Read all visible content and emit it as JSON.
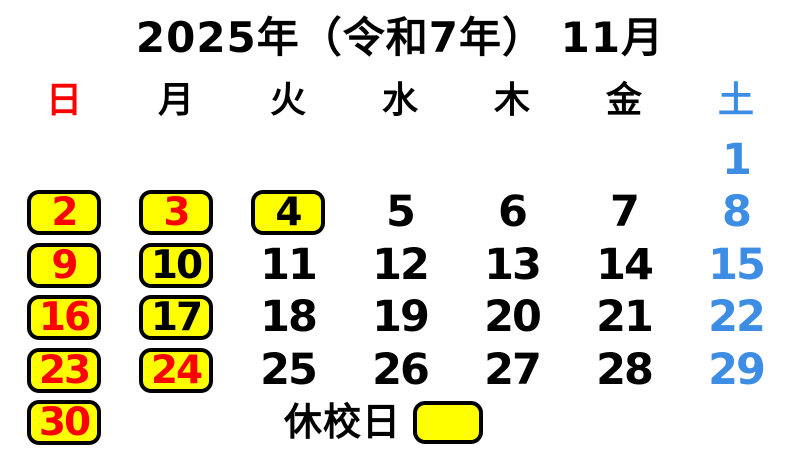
{
  "title": "2025年（令和7年） 11月",
  "colors": {
    "black": "#000000",
    "red": "#ff0000",
    "blue": "#3d8de4",
    "holiday_yellow": "#ffff00",
    "background": "#ffffff"
  },
  "calendar": {
    "weekday_headers": [
      {
        "label": "日",
        "color": "red"
      },
      {
        "label": "月",
        "color": "black"
      },
      {
        "label": "火",
        "color": "black"
      },
      {
        "label": "水",
        "color": "black"
      },
      {
        "label": "木",
        "color": "black"
      },
      {
        "label": "金",
        "color": "black"
      },
      {
        "label": "土",
        "color": "blue"
      }
    ],
    "weeks": [
      [
        null,
        null,
        null,
        null,
        null,
        null,
        {
          "day": "1",
          "color": "blue",
          "closed": false
        }
      ],
      [
        {
          "day": "2",
          "color": "red",
          "closed": true
        },
        {
          "day": "3",
          "color": "red",
          "closed": true
        },
        {
          "day": "4",
          "color": "black",
          "closed": true
        },
        {
          "day": "5",
          "color": "black",
          "closed": false
        },
        {
          "day": "6",
          "color": "black",
          "closed": false
        },
        {
          "day": "7",
          "color": "black",
          "closed": false
        },
        {
          "day": "8",
          "color": "blue",
          "closed": false
        }
      ],
      [
        {
          "day": "9",
          "color": "red",
          "closed": true
        },
        {
          "day": "10",
          "color": "black",
          "closed": true
        },
        {
          "day": "11",
          "color": "black",
          "closed": false
        },
        {
          "day": "12",
          "color": "black",
          "closed": false
        },
        {
          "day": "13",
          "color": "black",
          "closed": false
        },
        {
          "day": "14",
          "color": "black",
          "closed": false
        },
        {
          "day": "15",
          "color": "blue",
          "closed": false
        }
      ],
      [
        {
          "day": "16",
          "color": "red",
          "closed": true
        },
        {
          "day": "17",
          "color": "black",
          "closed": true
        },
        {
          "day": "18",
          "color": "black",
          "closed": false
        },
        {
          "day": "19",
          "color": "black",
          "closed": false
        },
        {
          "day": "20",
          "color": "black",
          "closed": false
        },
        {
          "day": "21",
          "color": "black",
          "closed": false
        },
        {
          "day": "22",
          "color": "blue",
          "closed": false
        }
      ],
      [
        {
          "day": "23",
          "color": "red",
          "closed": true
        },
        {
          "day": "24",
          "color": "red",
          "closed": true
        },
        {
          "day": "25",
          "color": "black",
          "closed": false
        },
        {
          "day": "26",
          "color": "black",
          "closed": false
        },
        {
          "day": "27",
          "color": "black",
          "closed": false
        },
        {
          "day": "28",
          "color": "black",
          "closed": false
        },
        {
          "day": "29",
          "color": "blue",
          "closed": false
        }
      ],
      [
        {
          "day": "30",
          "color": "red",
          "closed": true
        },
        null,
        null,
        null,
        null,
        null,
        null
      ]
    ]
  },
  "legend": {
    "label": "休校日"
  }
}
